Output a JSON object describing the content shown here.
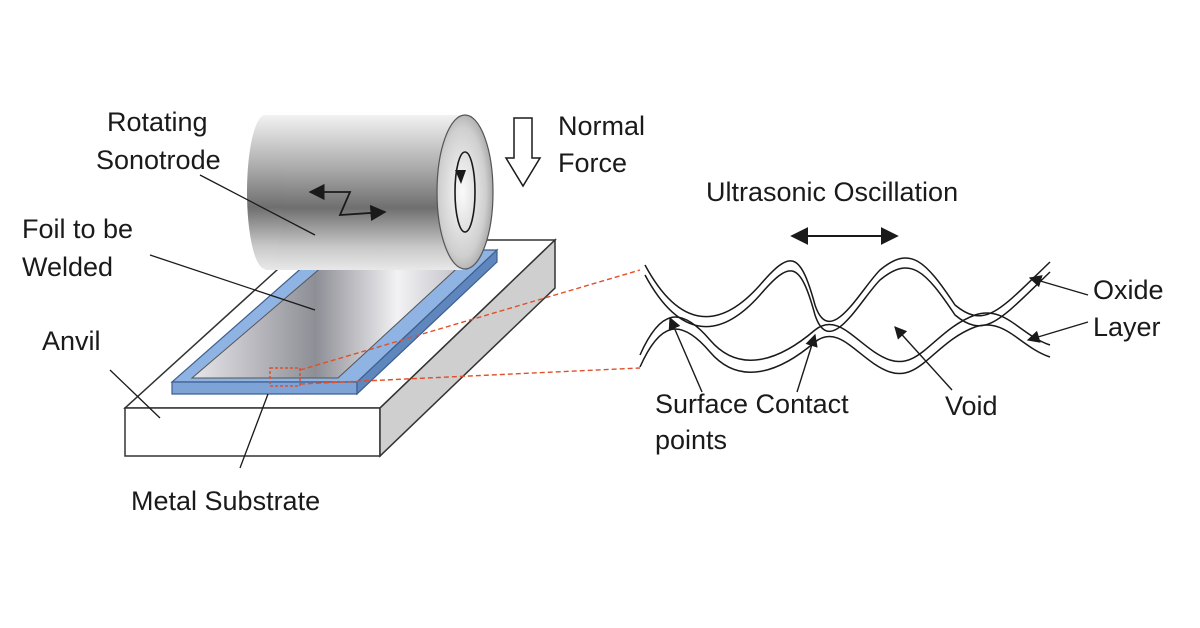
{
  "labels": {
    "rotating": "Rotating",
    "sonotrode": "Sonotrode",
    "normal": "Normal",
    "force": "Force",
    "foil_line1": "Foil to be",
    "foil_line2": "Welded",
    "anvil": "Anvil",
    "metal_substrate": "Metal Substrate",
    "ultrasonic_oscillation": "Ultrasonic Oscillation",
    "oxide": "Oxide",
    "layer": "Layer",
    "surface_contact": "Surface Contact",
    "points": "points",
    "void": "Void"
  },
  "colors": {
    "substrate_blue": "#8fb3e2",
    "anvil_white": "#ffffff",
    "callout_red": "#e0502a",
    "ink": "#1a1a1a"
  }
}
